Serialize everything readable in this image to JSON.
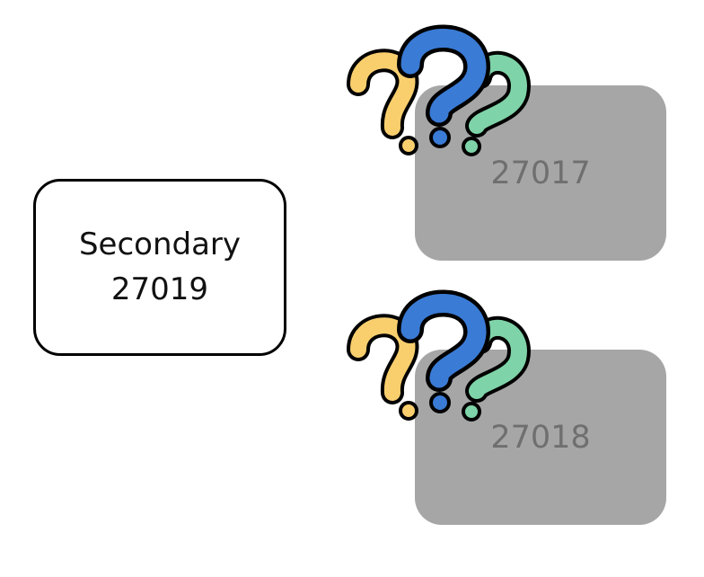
{
  "nodes": {
    "secondary": {
      "role": "Secondary",
      "port": "27019"
    },
    "unknown_1": {
      "port": "27017"
    },
    "unknown_2": {
      "port": "27018"
    }
  },
  "icons": {
    "unknown_status": "question-marks-icon"
  },
  "colors": {
    "unknown_node_fill": "#a6a6a6",
    "unknown_node_text": "#6f6f6f",
    "qmark_yellow": "#f9cf6e",
    "qmark_blue": "#3a7bd5",
    "qmark_green": "#7fd3a8",
    "outline": "#000000"
  }
}
